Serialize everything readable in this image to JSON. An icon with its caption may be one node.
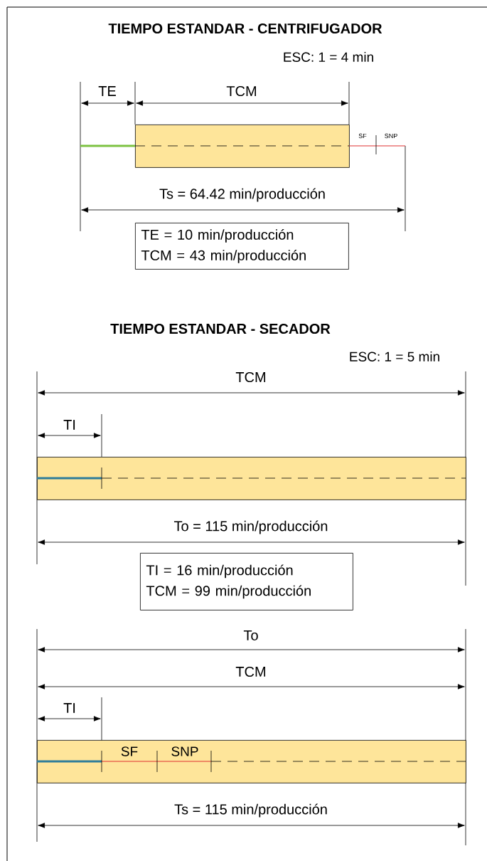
{
  "diagram": {
    "nodes": [
      {
        "text": [],
        "shape": "bar"
      },
      {
        "text": [
          "TE = 10 min/producción",
          "TCM = 43 min/producción"
        ]
      },
      {
        "text": [],
        "shape": "bar"
      },
      {
        "text": [
          "TI = 16 min/producción",
          "TCM = 99 min/producción"
        ]
      },
      {
        "text": [
          "SF",
          "SNP"
        ]
      }
    ],
    "labels": [
      "TIEMPO ESTANDAR - CENTRIFUGADOR",
      "ESC: 1 = 4 min",
      "TE",
      "TCM",
      "SF",
      "SNP",
      "Ts = 64.42 min/producción",
      "TIEMPO ESTANDAR - SECADOR",
      "ESC: 1 = 5 min",
      "TCM",
      "TI",
      "To = 115 min/producción",
      "To",
      "TCM",
      "TI",
      "Ts = 115 min/producción"
    ]
  }
}
